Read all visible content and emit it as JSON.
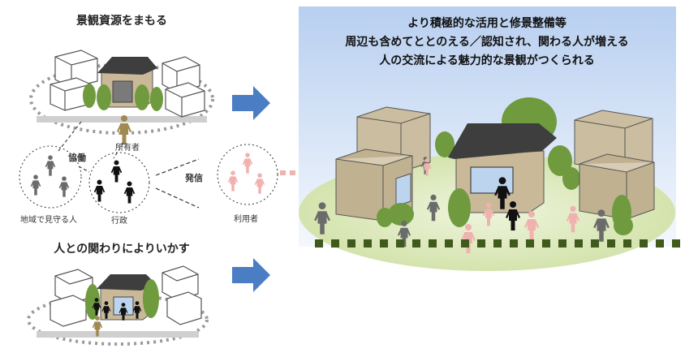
{
  "top_left": {
    "title": "景観資源をまもる"
  },
  "middle": {
    "owner": "所有者",
    "collab": "協働",
    "community": "地域で見守る人",
    "government": "行政",
    "dispatch": "発信",
    "user": "利用者"
  },
  "bottom_left": {
    "title": "人との関わりによりいかす"
  },
  "right_panel": {
    "lines": [
      "より積極的な活用と修景整備等",
      "周辺も含めてととのえる／認知され、関わる人が増える",
      "人の交流による魅力的な景観がつくられる"
    ]
  },
  "colors": {
    "arrow": "#4a7dc4",
    "sky": "#cfe0f5",
    "grass": "#d8e6b4",
    "tree": "#6f9a3e",
    "building": "#c9b999",
    "roof": "#3e3e3e",
    "person_gray": "#6b6b6b",
    "person_black": "#111111",
    "person_pink": "#f0b2ae",
    "person_tan": "#a08a52",
    "fence": "#3f5a1c"
  }
}
